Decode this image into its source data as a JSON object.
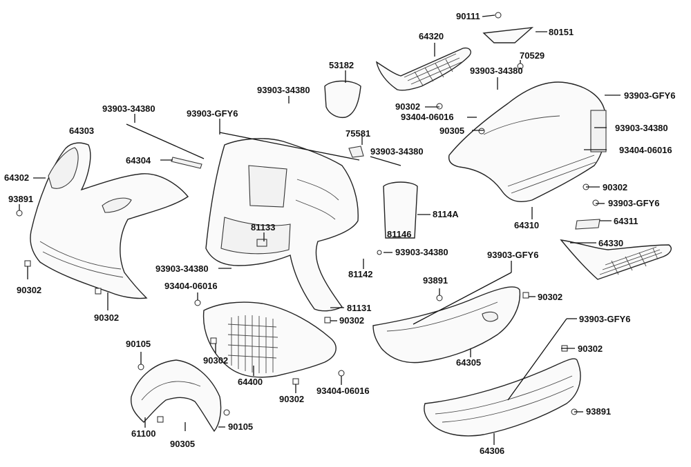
{
  "labels": {
    "p90111": "90111",
    "p80151": "80151",
    "p64320": "64320",
    "p70529": "70529",
    "p53182": "53182",
    "p93903_34380_a": "93903-34380",
    "p93903_gfy6_a": "93903-GFY6",
    "p93903_34380_b": "93903-34380",
    "p90302_a": "90302",
    "p93404_06016_a": "93404-06016",
    "p93903_34380_c": "93903-34380",
    "p93903_gfy6_b": "93903-GFY6",
    "p75581": "75581",
    "p90305_a": "90305",
    "p93903_34380_d": "93903-34380",
    "p93903_34380_e": "93903-34380",
    "p64303": "64303",
    "p64304": "64304",
    "p93404_06016_b": "93404-06016",
    "p64302": "64302",
    "p90302_b": "90302",
    "p93891_a": "93891",
    "p93903_gfy6_c": "93903-GFY6",
    "p8114A": "8114A",
    "p64310": "64310",
    "p64311": "64311",
    "p81133": "81133",
    "p81146": "81146",
    "p93903_34380_f": "93903-34380",
    "p64330": "64330",
    "p90302_c": "90302",
    "p93903_34380_g": "93903-34380",
    "p81142": "81142",
    "p93903_gfy6_d": "93903-GFY6",
    "p93404_06016_c": "93404-06016",
    "p93891_b": "93891",
    "p90302_d": "90302",
    "p81131": "81131",
    "p90302_e": "90302",
    "p90302_f": "90302",
    "p93903_gfy6_e": "93903-GFY6",
    "p90105_a": "90105",
    "p90302_g": "90302",
    "p64305": "64305",
    "p90302_h": "90302",
    "p64400": "64400",
    "p90302_i": "90302",
    "p93404_06016_d": "93404-06016",
    "p93891_c": "93891",
    "p61100": "61100",
    "p90305_b": "90305",
    "p90105_b": "90105",
    "p64306": "64306"
  }
}
